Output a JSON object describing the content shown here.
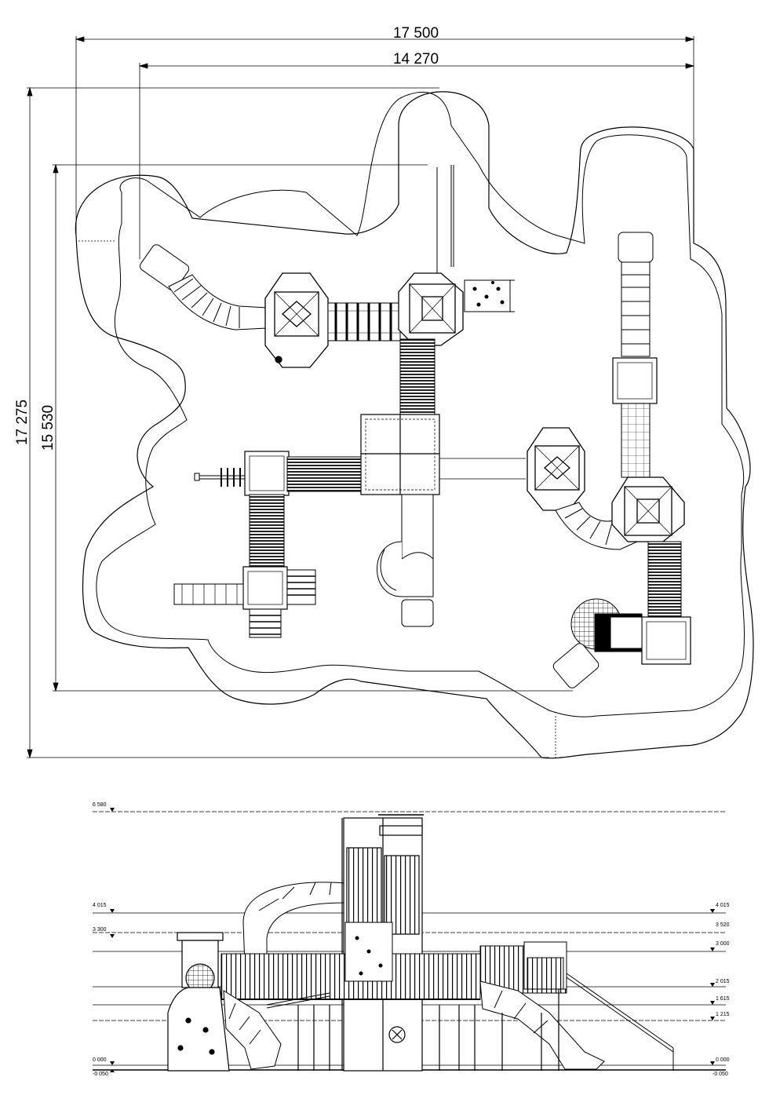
{
  "plan": {
    "dims": {
      "total_width": "17 500",
      "inner_width": "14 270",
      "total_depth": "17 275",
      "inner_depth": "15 530"
    }
  },
  "elevation": {
    "levels_left": [
      "6 580",
      "4 015",
      "3 300",
      "0 000",
      "-0 050"
    ],
    "levels_right": [
      "4 015",
      "3 520",
      "3 000",
      "2 015",
      "1 615",
      "1 215",
      "0 000",
      "-0 050"
    ]
  }
}
